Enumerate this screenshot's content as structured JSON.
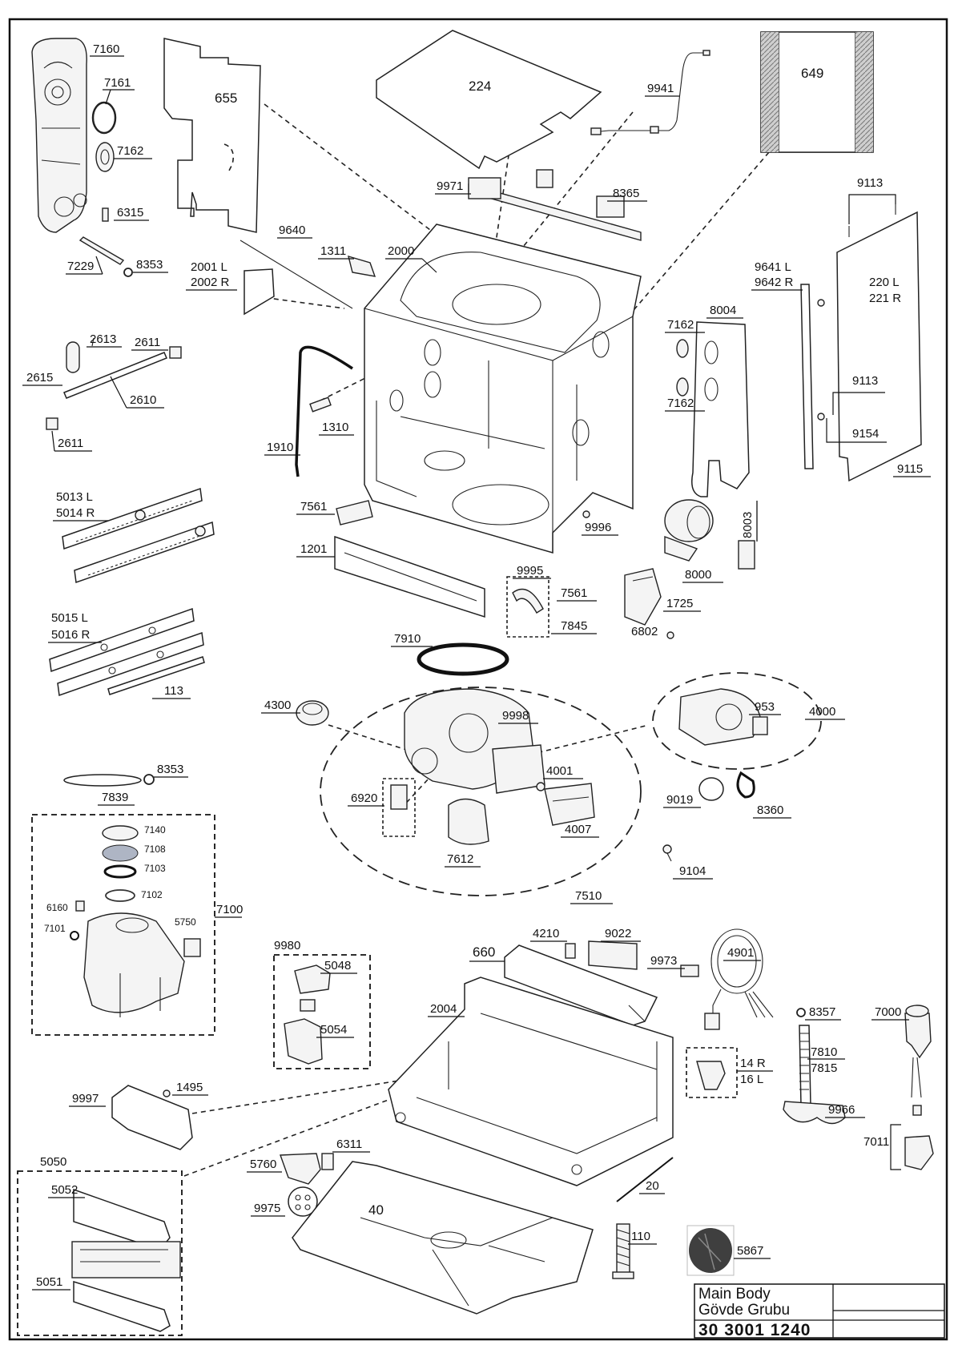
{
  "title_block": {
    "name_en": "Main Body",
    "name_tr": "Gövde Grubu",
    "code": "30 3001 1240"
  },
  "labels": {
    "p7160": "7160",
    "p7161": "7161",
    "p7162a": "7162",
    "p6315": "6315",
    "p7229": "7229",
    "p8353a": "8353",
    "p655": "655",
    "p224": "224",
    "p9941": "9941",
    "p649": "649",
    "p9971": "9971",
    "p8365": "8365",
    "p9113a": "9113",
    "p9640": "9640",
    "p1311": "1311",
    "p2000": "2000",
    "p2001": "2001 L",
    "p2002": "2002 R",
    "p9641": "9641 L",
    "p9642": "9642 R",
    "p220": "220 L",
    "p221": "221 R",
    "p2613": "2613",
    "p2611a": "2611",
    "p2615": "2615",
    "p2610": "2610",
    "p2611b": "2611",
    "p7162b": "7162",
    "p8004": "8004",
    "p7162c": "7162",
    "p9113b": "9113",
    "p9154": "9154",
    "p9115": "9115",
    "p1310": "1310",
    "p1910": "1910",
    "p5013": "5013 L",
    "p5014": "5014 R",
    "p7561a": "7561",
    "p9996": "9996",
    "p8003": "8003",
    "p8000": "8000",
    "p1201": "1201",
    "p9995": "9995",
    "p7561b": "7561",
    "p7845": "7845",
    "p1725": "1725",
    "p6802": "6802",
    "p5015": "5015 L",
    "p5016": "5016 R",
    "p113": "113",
    "p7910": "7910",
    "p4300": "4300",
    "p9998": "9998",
    "p953": "953",
    "p4000": "4000",
    "p8353b": "8353",
    "p7839": "7839",
    "p6920": "6920",
    "p4001": "4001",
    "p4007": "4007",
    "p9019": "9019",
    "p8360": "8360",
    "p7612": "7612",
    "p9104": "9104",
    "p7510": "7510",
    "p7140": "7140",
    "p7108": "7108",
    "p7103": "7103",
    "p7102": "7102",
    "p7100": "7100",
    "p6160": "6160",
    "p7101": "7101",
    "p5750": "5750",
    "p9980": "9980",
    "p5048": "5048",
    "p5054": "5054",
    "p4210": "4210",
    "p9022": "9022",
    "p660": "660",
    "p9973": "9973",
    "p4901": "4901",
    "p2004": "2004",
    "p8357": "8357",
    "p7000": "7000",
    "p14": "14 R",
    "p16": "16 L",
    "p7810": "7810",
    "p7815": "7815",
    "p9966": "9966",
    "p7011": "7011",
    "p9997": "9997",
    "p1495": "1495",
    "p5050": "5050",
    "p6311": "6311",
    "p5760": "5760",
    "p5052": "5052",
    "p20": "20",
    "p9975": "9975",
    "p40": "40",
    "p110": "110",
    "p5867": "5867",
    "p5051": "5051"
  }
}
